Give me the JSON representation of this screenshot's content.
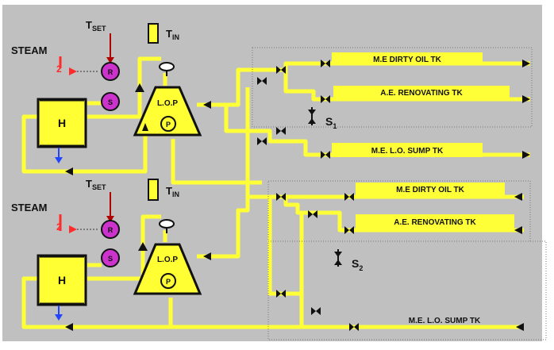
{
  "labels": {
    "steam": "STEAM",
    "tset_main": "T",
    "tset_sub": "SET",
    "tin_main": "T",
    "tin_sub": "IN",
    "heater": "H",
    "pump_top": "L.O.P",
    "pump_bottom": "P",
    "controller_r": "R",
    "controller_s": "S",
    "flow_num": "2"
  },
  "switches": {
    "s1_main": "S",
    "s1_sub": "1",
    "s2_main": "S",
    "s2_sub": "2"
  },
  "tanks": {
    "top": [
      "M.E DIRTY OIL TK",
      "A.E. RENOVATING TK",
      "M.E. L.O. SUMP TK"
    ],
    "bottom": [
      "M.E DIRTY OIL TK",
      "A.E. RENOVATING TK",
      "M.E. L.O. SUMP TK"
    ]
  },
  "colors": {
    "background": "#c0c0c0",
    "pipe": "#ffff38",
    "heater_fill": "#ffff33",
    "controller_fill": "#cc33cc",
    "steam_arrow": "#ff2a2a",
    "setpoint_arrow": "#b00000",
    "outlet_arrow": "#2244ff"
  }
}
